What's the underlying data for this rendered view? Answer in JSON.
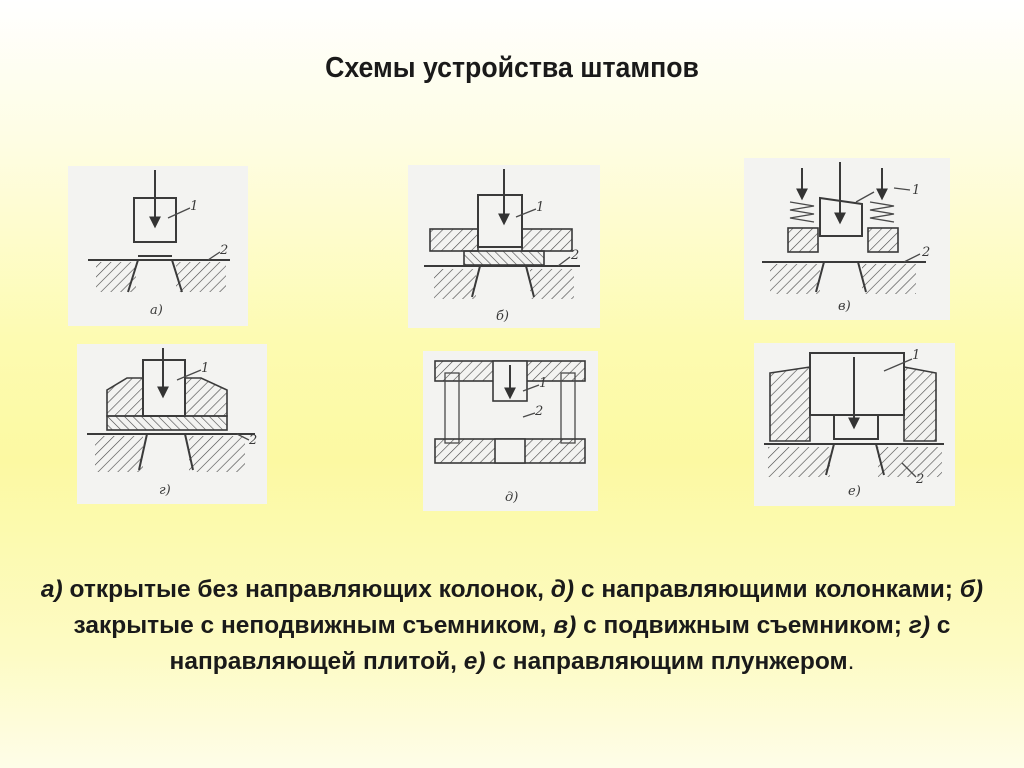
{
  "title": "Схемы устройства штампов",
  "panels": [
    {
      "letter": "а)",
      "part1": "1",
      "part2": "2"
    },
    {
      "letter": "б)",
      "part1": "1",
      "part2": "2"
    },
    {
      "letter": "в)",
      "part1": "1",
      "part2": "2"
    },
    {
      "letter": "г)",
      "part1": "1",
      "part2": "2"
    },
    {
      "letter": "д)",
      "part1": "1",
      "part2": "2"
    },
    {
      "letter": "е)",
      "part1": "1",
      "part2": "2"
    }
  ],
  "caption": {
    "a_label": "а)",
    "a_text": " открытые без направляющих колонок, ",
    "d_label": "д)",
    "d_text": " с направляющими колонками; ",
    "b_label": "б)",
    "b_text": " закрытые с неподвижным съемником, ",
    "v_label": "в)",
    "v_text": " с подвижным съемником; ",
    "g_label": "г)",
    "g_text": " с направляющей плитой, ",
    "e_label": "е)",
    "e_text": " с направляющим плунжером",
    "end": "."
  }
}
